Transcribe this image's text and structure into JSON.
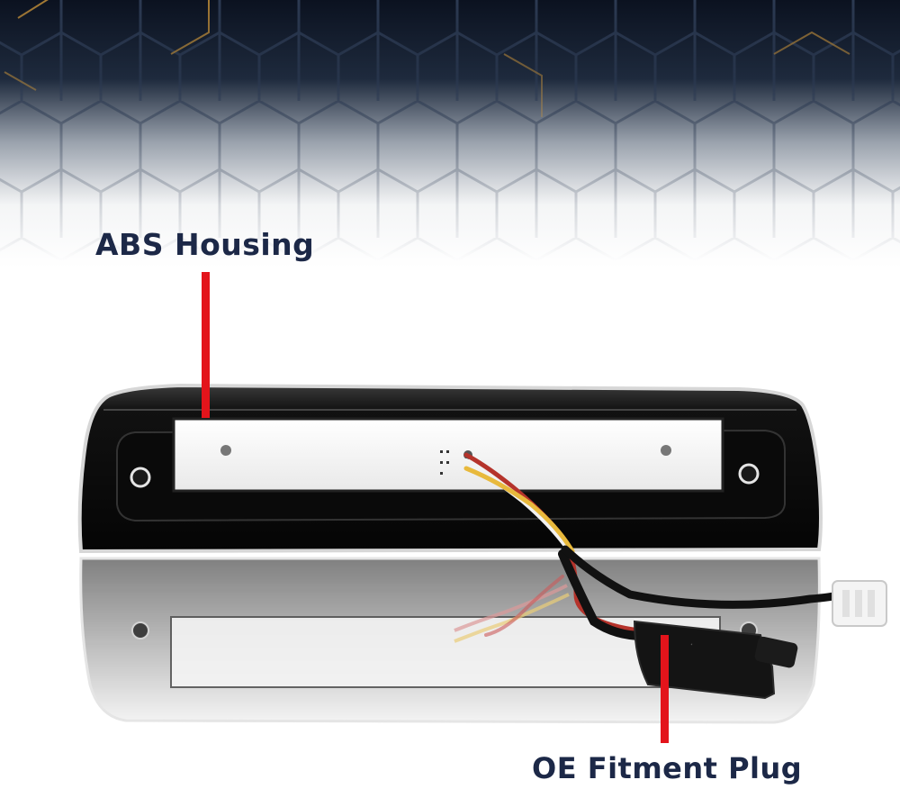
{
  "callouts": {
    "housing_label": "ABS Housing",
    "plug_label": "OE Fitment Plug"
  },
  "colors": {
    "label_text": "#1c2847",
    "pointer_line": "#e3141b",
    "background_top": "#0b1220",
    "hex_accent": "#c9933a"
  },
  "images": [
    {
      "name": "hexagon-background",
      "description": "dark hexagon pattern fading to white"
    },
    {
      "name": "third-brake-light",
      "description": "black third brake light with white LED strip, wiring harness and connector, with reflection"
    }
  ]
}
